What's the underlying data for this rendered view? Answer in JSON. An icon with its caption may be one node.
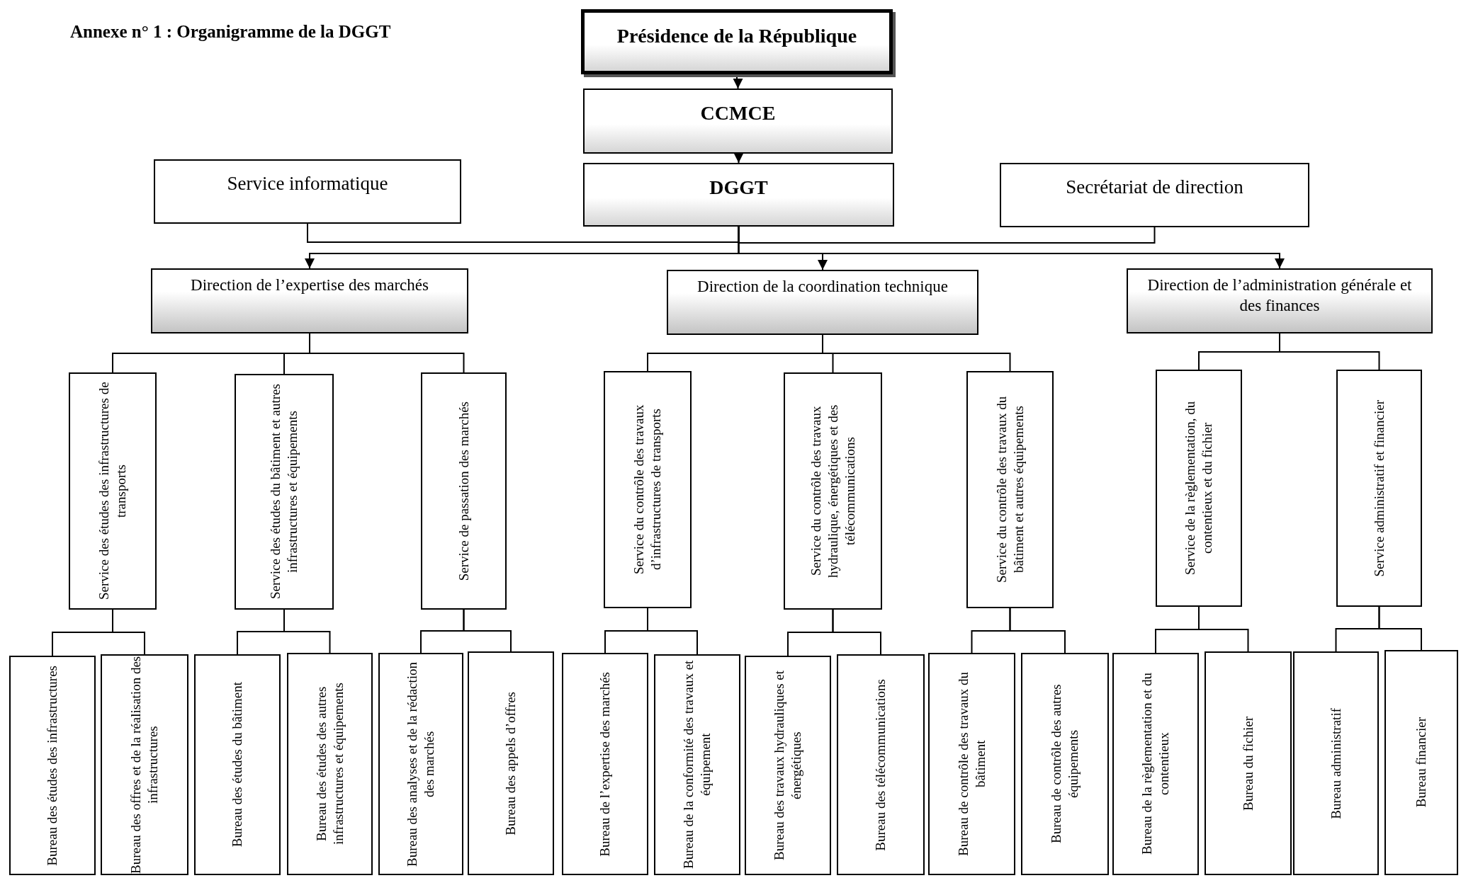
{
  "diagram": {
    "title": "Annexe n° 1 : Organigramme de la DGGT",
    "nodes": [
      {
        "text": [
          "Présidence de la République"
        ]
      },
      {
        "text": [
          "CCMCE"
        ]
      },
      {
        "text": [
          "DGGT"
        ]
      },
      {
        "text": [
          "Service informatique"
        ]
      },
      {
        "text": [
          "Secrétariat de direction"
        ]
      },
      {
        "text": [
          "Direction de l’expertise des marchés"
        ]
      },
      {
        "text": [
          "Direction de la coordination technique"
        ]
      },
      {
        "text": [
          "Direction de l’administration générale et des finances"
        ]
      },
      {
        "text": [
          "Service des études des infrastructures de transports"
        ]
      },
      {
        "text": [
          "Service des études du bâtiment et autres infrastructures et équipements"
        ]
      },
      {
        "text": [
          "Service de passation des marchés"
        ]
      },
      {
        "text": [
          "Service du contrôle des travaux d’infrastructures de transports"
        ]
      },
      {
        "text": [
          "Service du contrôle des travaux hydraulique, énergétiques et des télécommunications"
        ]
      },
      {
        "text": [
          "Service du contrôle des travaux du bâtiment et autres équipements"
        ]
      },
      {
        "text": [
          "Service de la règlementation, du contentieux et du fichier"
        ]
      },
      {
        "text": [
          "Service administratif et financier"
        ]
      },
      {
        "text": [
          "Bureau des études des infrastructures"
        ]
      },
      {
        "text": [
          "Bureau des offres et de la réalisation des infrastructures"
        ]
      },
      {
        "text": [
          "Bureau des études du bâtiment"
        ]
      },
      {
        "text": [
          "Bureau des études des autres infrastructures et équipements"
        ]
      },
      {
        "text": [
          "Bureau des analyses et de la rédaction des marchés"
        ]
      },
      {
        "text": [
          "Bureau des appels d’offres"
        ]
      },
      {
        "text": [
          "Bureau de l’expertise des marchés"
        ]
      },
      {
        "text": [
          "Bureau de la conformité des travaux et équipement"
        ]
      },
      {
        "text": [
          "Bureau des travaux hydrauliques et énergétiques"
        ]
      },
      {
        "text": [
          "Bureau des télécommunications"
        ]
      },
      {
        "text": [
          "Bureau de contrôle des travaux du bâtiment"
        ]
      },
      {
        "text": [
          "Bureau de contrôle des autres équipements"
        ]
      },
      {
        "text": [
          "Bureau de la règlementation et du contentieux"
        ]
      },
      {
        "text": [
          "Bureau du fichier"
        ]
      },
      {
        "text": [
          "Bureau administratif"
        ]
      },
      {
        "text": [
          "Bureau financier"
        ]
      }
    ],
    "edges": [
      {
        "from": 0,
        "to": 1,
        "arrow": "to"
      },
      {
        "from": 1,
        "to": 2,
        "arrow": "to"
      },
      {
        "from": 2,
        "to": 3,
        "arrow": "none"
      },
      {
        "from": 2,
        "to": 4,
        "arrow": "none"
      },
      {
        "from": 2,
        "to": 5,
        "arrow": "to"
      },
      {
        "from": 2,
        "to": 6,
        "arrow": "to"
      },
      {
        "from": 2,
        "to": 7,
        "arrow": "to"
      },
      {
        "from": 5,
        "to": 8,
        "arrow": "none"
      },
      {
        "from": 5,
        "to": 9,
        "arrow": "none"
      },
      {
        "from": 5,
        "to": 10,
        "arrow": "none"
      },
      {
        "from": 6,
        "to": 11,
        "arrow": "none"
      },
      {
        "from": 6,
        "to": 12,
        "arrow": "none"
      },
      {
        "from": 6,
        "to": 13,
        "arrow": "none"
      },
      {
        "from": 7,
        "to": 14,
        "arrow": "none"
      },
      {
        "from": 7,
        "to": 15,
        "arrow": "none"
      },
      {
        "from": 8,
        "to": 16,
        "arrow": "none"
      },
      {
        "from": 8,
        "to": 17,
        "arrow": "none"
      },
      {
        "from": 9,
        "to": 18,
        "arrow": "none"
      },
      {
        "from": 9,
        "to": 19,
        "arrow": "none"
      },
      {
        "from": 10,
        "to": 20,
        "arrow": "none"
      },
      {
        "from": 10,
        "to": 21,
        "arrow": "none"
      },
      {
        "from": 11,
        "to": 22,
        "arrow": "none"
      },
      {
        "from": 11,
        "to": 23,
        "arrow": "none"
      },
      {
        "from": 12,
        "to": 24,
        "arrow": "none"
      },
      {
        "from": 12,
        "to": 25,
        "arrow": "none"
      },
      {
        "from": 13,
        "to": 26,
        "arrow": "none"
      },
      {
        "from": 13,
        "to": 27,
        "arrow": "none"
      },
      {
        "from": 14,
        "to": 28,
        "arrow": "none"
      },
      {
        "from": 14,
        "to": 29,
        "arrow": "none"
      },
      {
        "from": 15,
        "to": 30,
        "arrow": "none"
      },
      {
        "from": 15,
        "to": 31,
        "arrow": "none"
      }
    ]
  }
}
